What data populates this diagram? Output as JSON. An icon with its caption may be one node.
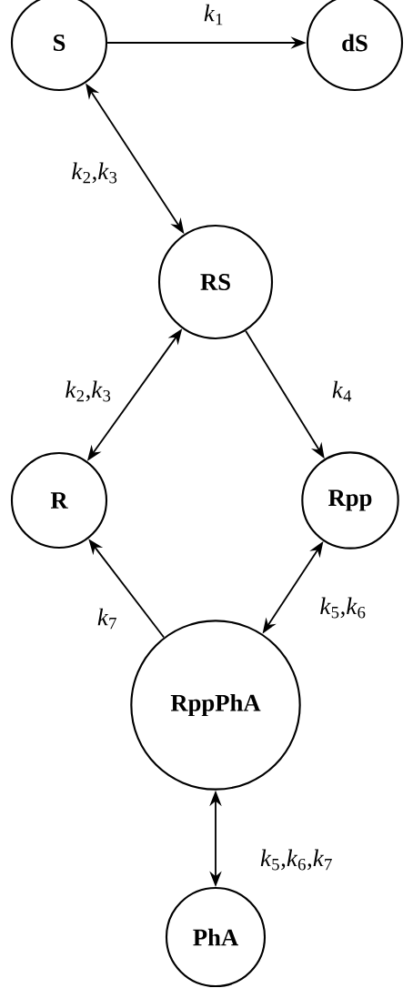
{
  "diagram": {
    "nodes": [
      {
        "text": [
          "S"
        ]
      },
      {
        "text": [
          "dS"
        ]
      },
      {
        "text": [
          "RS"
        ]
      },
      {
        "text": [
          "R"
        ]
      },
      {
        "text": [
          "Rpp"
        ]
      },
      {
        "text": [
          "RppPhA"
        ]
      },
      {
        "text": [
          "PhA"
        ]
      }
    ],
    "edges": [
      {
        "from": 0,
        "to": 1,
        "arrow": "to",
        "label": "*k*$_{1}$"
      },
      {
        "from": 0,
        "to": 2,
        "arrow": "both",
        "label": "*k*$_{2}$,*k*$_{3}$"
      },
      {
        "from": 2,
        "to": 3,
        "arrow": "both",
        "label": "*k*$_{2}$,*k*$_{3}$"
      },
      {
        "from": 2,
        "to": 4,
        "arrow": "to",
        "label": "*k*$_{4}$"
      },
      {
        "from": 4,
        "to": 5,
        "arrow": "both",
        "label": "*k*$_{5}$,*k*$_{6}$"
      },
      {
        "from": 5,
        "to": 3,
        "arrow": "to",
        "label": "*k*$_{7}$"
      },
      {
        "from": 5,
        "to": 6,
        "arrow": "both",
        "label": "*k*$_{5}$,*k*$_{6}$,*k*$_{7}$"
      }
    ]
  }
}
